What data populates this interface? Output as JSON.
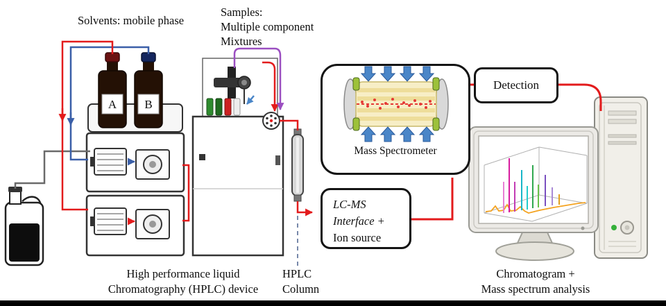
{
  "labels": {
    "solvents": "Solvents: mobile phase",
    "samples": [
      "Samples:",
      "Multiple component",
      "Mixtures"
    ],
    "bottle_a": "A",
    "bottle_b": "B"
  },
  "boxes": {
    "mass_spectrometer": "Mass Spectrometer",
    "detection": "Detection",
    "interface": [
      "LC-MS",
      "Interface +",
      "Ion source"
    ]
  },
  "captions": {
    "hplc_device": [
      "High performance liquid",
      "Chromatography (HPLC) device"
    ],
    "hplc_column": [
      "HPLC",
      "Column"
    ],
    "analysis": [
      "Chromatogram +",
      "Mass spectrum analysis"
    ]
  },
  "colors": {
    "tube_red": "#e31b1c",
    "tube_blue": "#3a5fa8",
    "tube_purple": "#9b4fc1",
    "waste_tube_gray": "#6a6a6a",
    "ion_beam_red": "#e53935",
    "ms_arrow_blue": "#4a86c8",
    "lens_green": "#9dc13a",
    "cylinder_yellow": "#f7eec6",
    "bottle_brown": "#241105",
    "cap_a_red": "#6b1212",
    "cap_b_blue": "#14265e",
    "trace_orange": "#f4a321"
  }
}
